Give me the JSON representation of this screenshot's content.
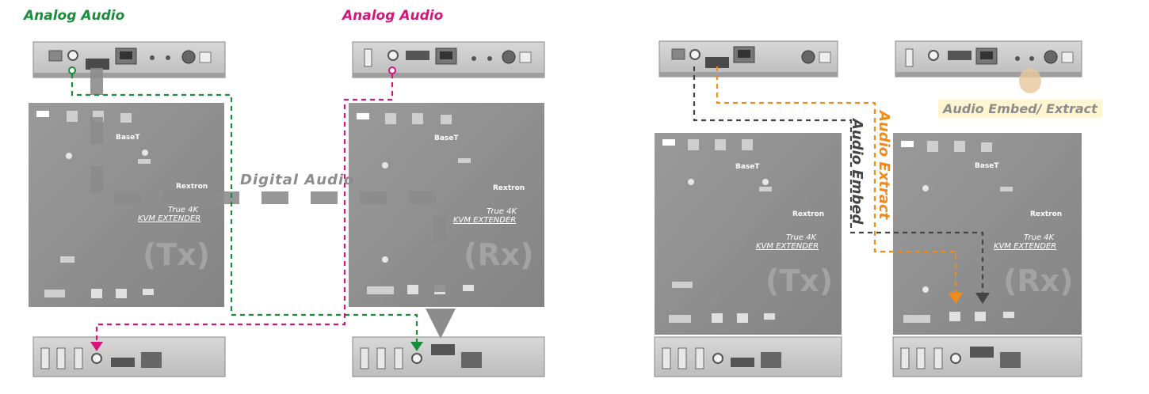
{
  "labels": {
    "analog_audio_tx": "Analog Audio",
    "analog_audio_rx": "Analog Audio",
    "digital_audio": "Digital Audio",
    "audio_embed_extract": "Audio Embed/ Extract",
    "audio_embed": "Audio Embed",
    "audio_extract": "Audio Extract"
  },
  "devices": {
    "tx_tag": "(Tx)",
    "rx_tag": "(Rx)",
    "brand": "Rextron",
    "product_line1": "True 4K",
    "product_line2": "KVM EXTENDER"
  },
  "colors": {
    "analog_tx": "#1a8c3a",
    "analog_rx": "#d4157a",
    "digital": "#8c8c8c",
    "embed": "#444444",
    "extract": "#f08a1c",
    "device_body": "#8e8e8e",
    "panel_body": "#c9c9c9"
  }
}
